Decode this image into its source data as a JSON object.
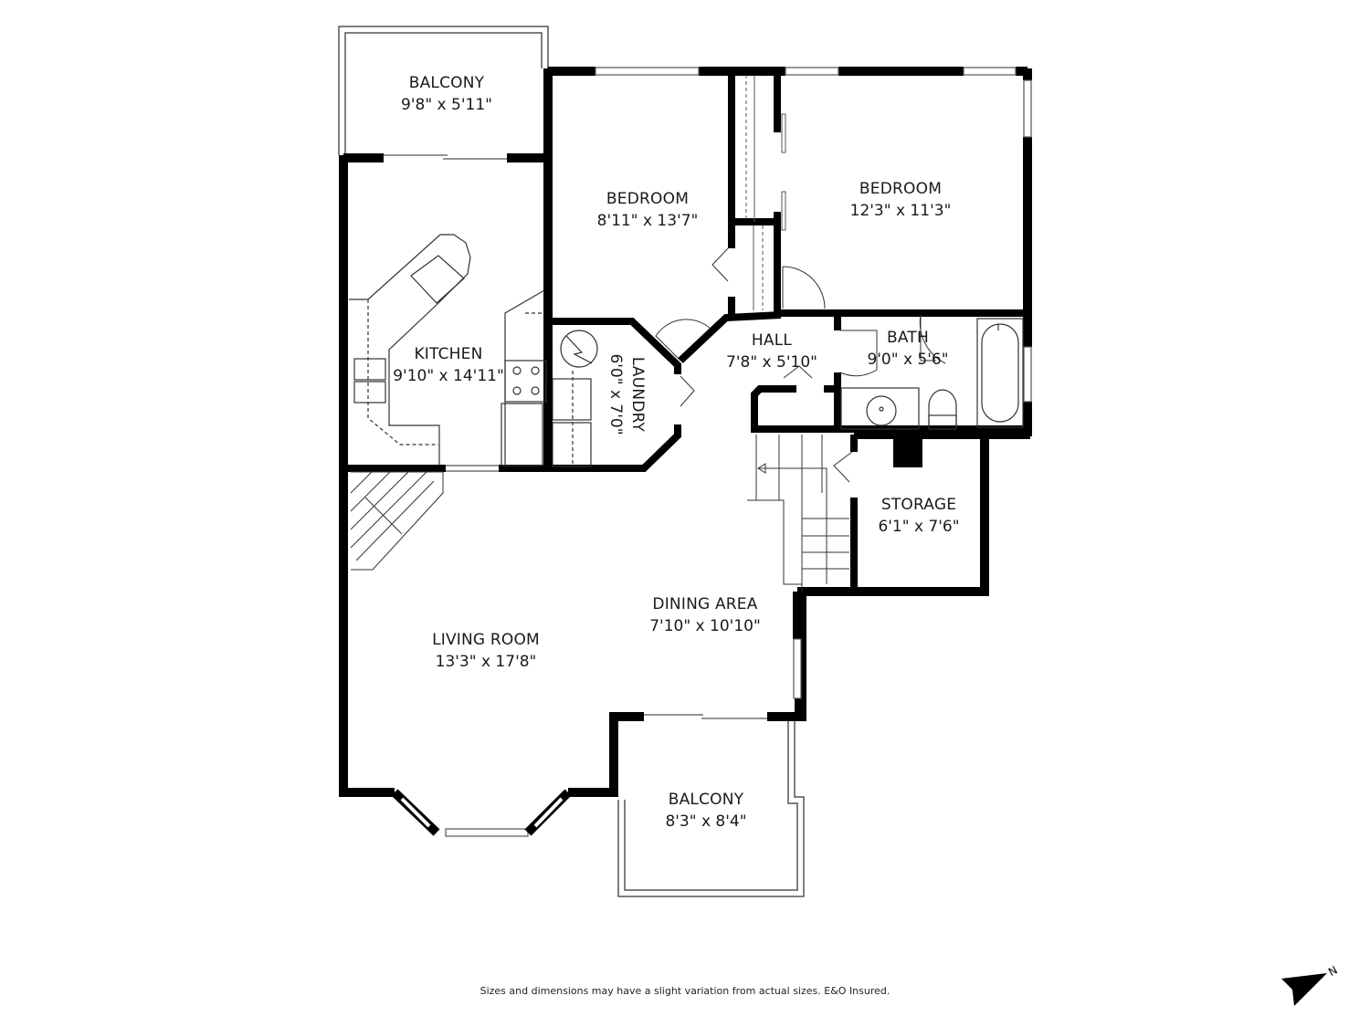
{
  "floorplan": {
    "rooms": [
      {
        "id": "balcony-top",
        "name": "BALCONY",
        "dimensions": "9'8\" x 5'11\""
      },
      {
        "id": "bedroom-1",
        "name": "BEDROOM",
        "dimensions": "8'11\" x 13'7\""
      },
      {
        "id": "bedroom-2",
        "name": "BEDROOM",
        "dimensions": "12'3\" x 11'3\""
      },
      {
        "id": "kitchen",
        "name": "KITCHEN",
        "dimensions": "9'10\" x 14'11\""
      },
      {
        "id": "laundry",
        "name": "LAUNDRY",
        "dimensions": "6'0\" x 7'0\""
      },
      {
        "id": "hall",
        "name": "HALL",
        "dimensions": "7'8\" x 5'10\""
      },
      {
        "id": "bath",
        "name": "BATH",
        "dimensions": "9'0\" x 5'6\""
      },
      {
        "id": "storage",
        "name": "STORAGE",
        "dimensions": "6'1\" x 7'6\""
      },
      {
        "id": "dining-area",
        "name": "DINING AREA",
        "dimensions": "7'10\" x 10'10\""
      },
      {
        "id": "living-room",
        "name": "LIVING ROOM",
        "dimensions": "13'3\" x 17'8\""
      },
      {
        "id": "balcony-bottom",
        "name": "BALCONY",
        "dimensions": "8'3\" x 8'4\""
      }
    ],
    "disclaimer": "Sizes and dimensions may have a slight variation from actual sizes. E&O Insured.",
    "north_label": "N",
    "colors": {
      "wall": "#000000",
      "line": "#333333",
      "background": "#ffffff"
    }
  }
}
